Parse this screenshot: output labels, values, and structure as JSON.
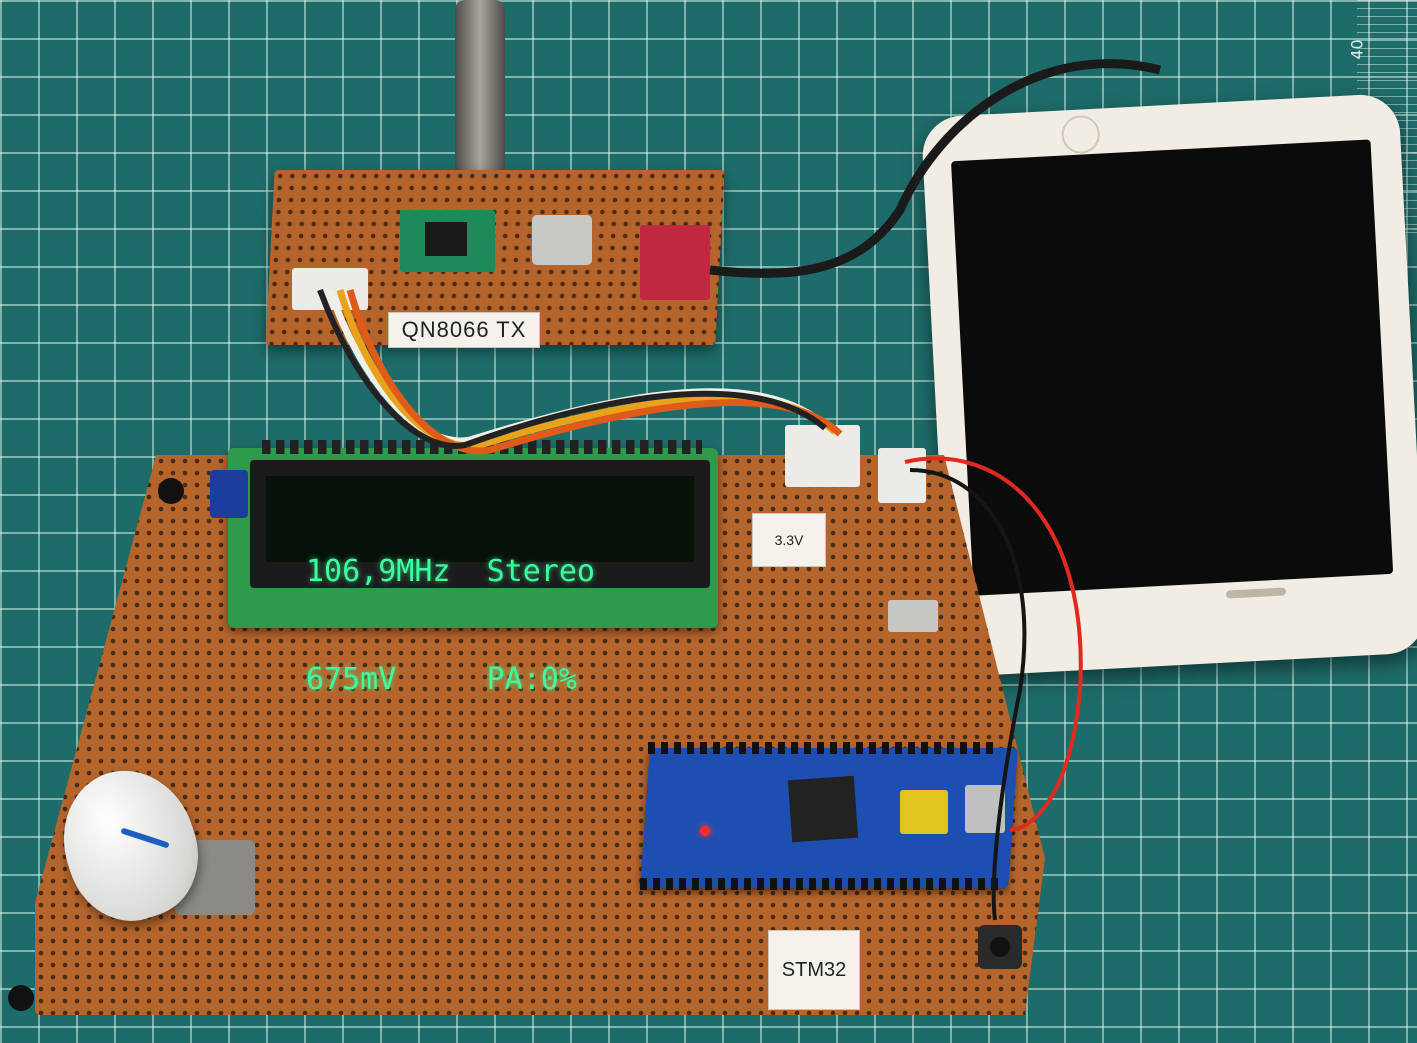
{
  "photo": {
    "subject": "",
    "labels": {
      "tx_board": "QN8066 TX",
      "power": "3.3V",
      "mcu": "STM32"
    },
    "lcd": {
      "line1": "106,9MHz  Stereo",
      "line2": "675mV     PA:0%"
    },
    "mat_ruler_number": "40"
  }
}
